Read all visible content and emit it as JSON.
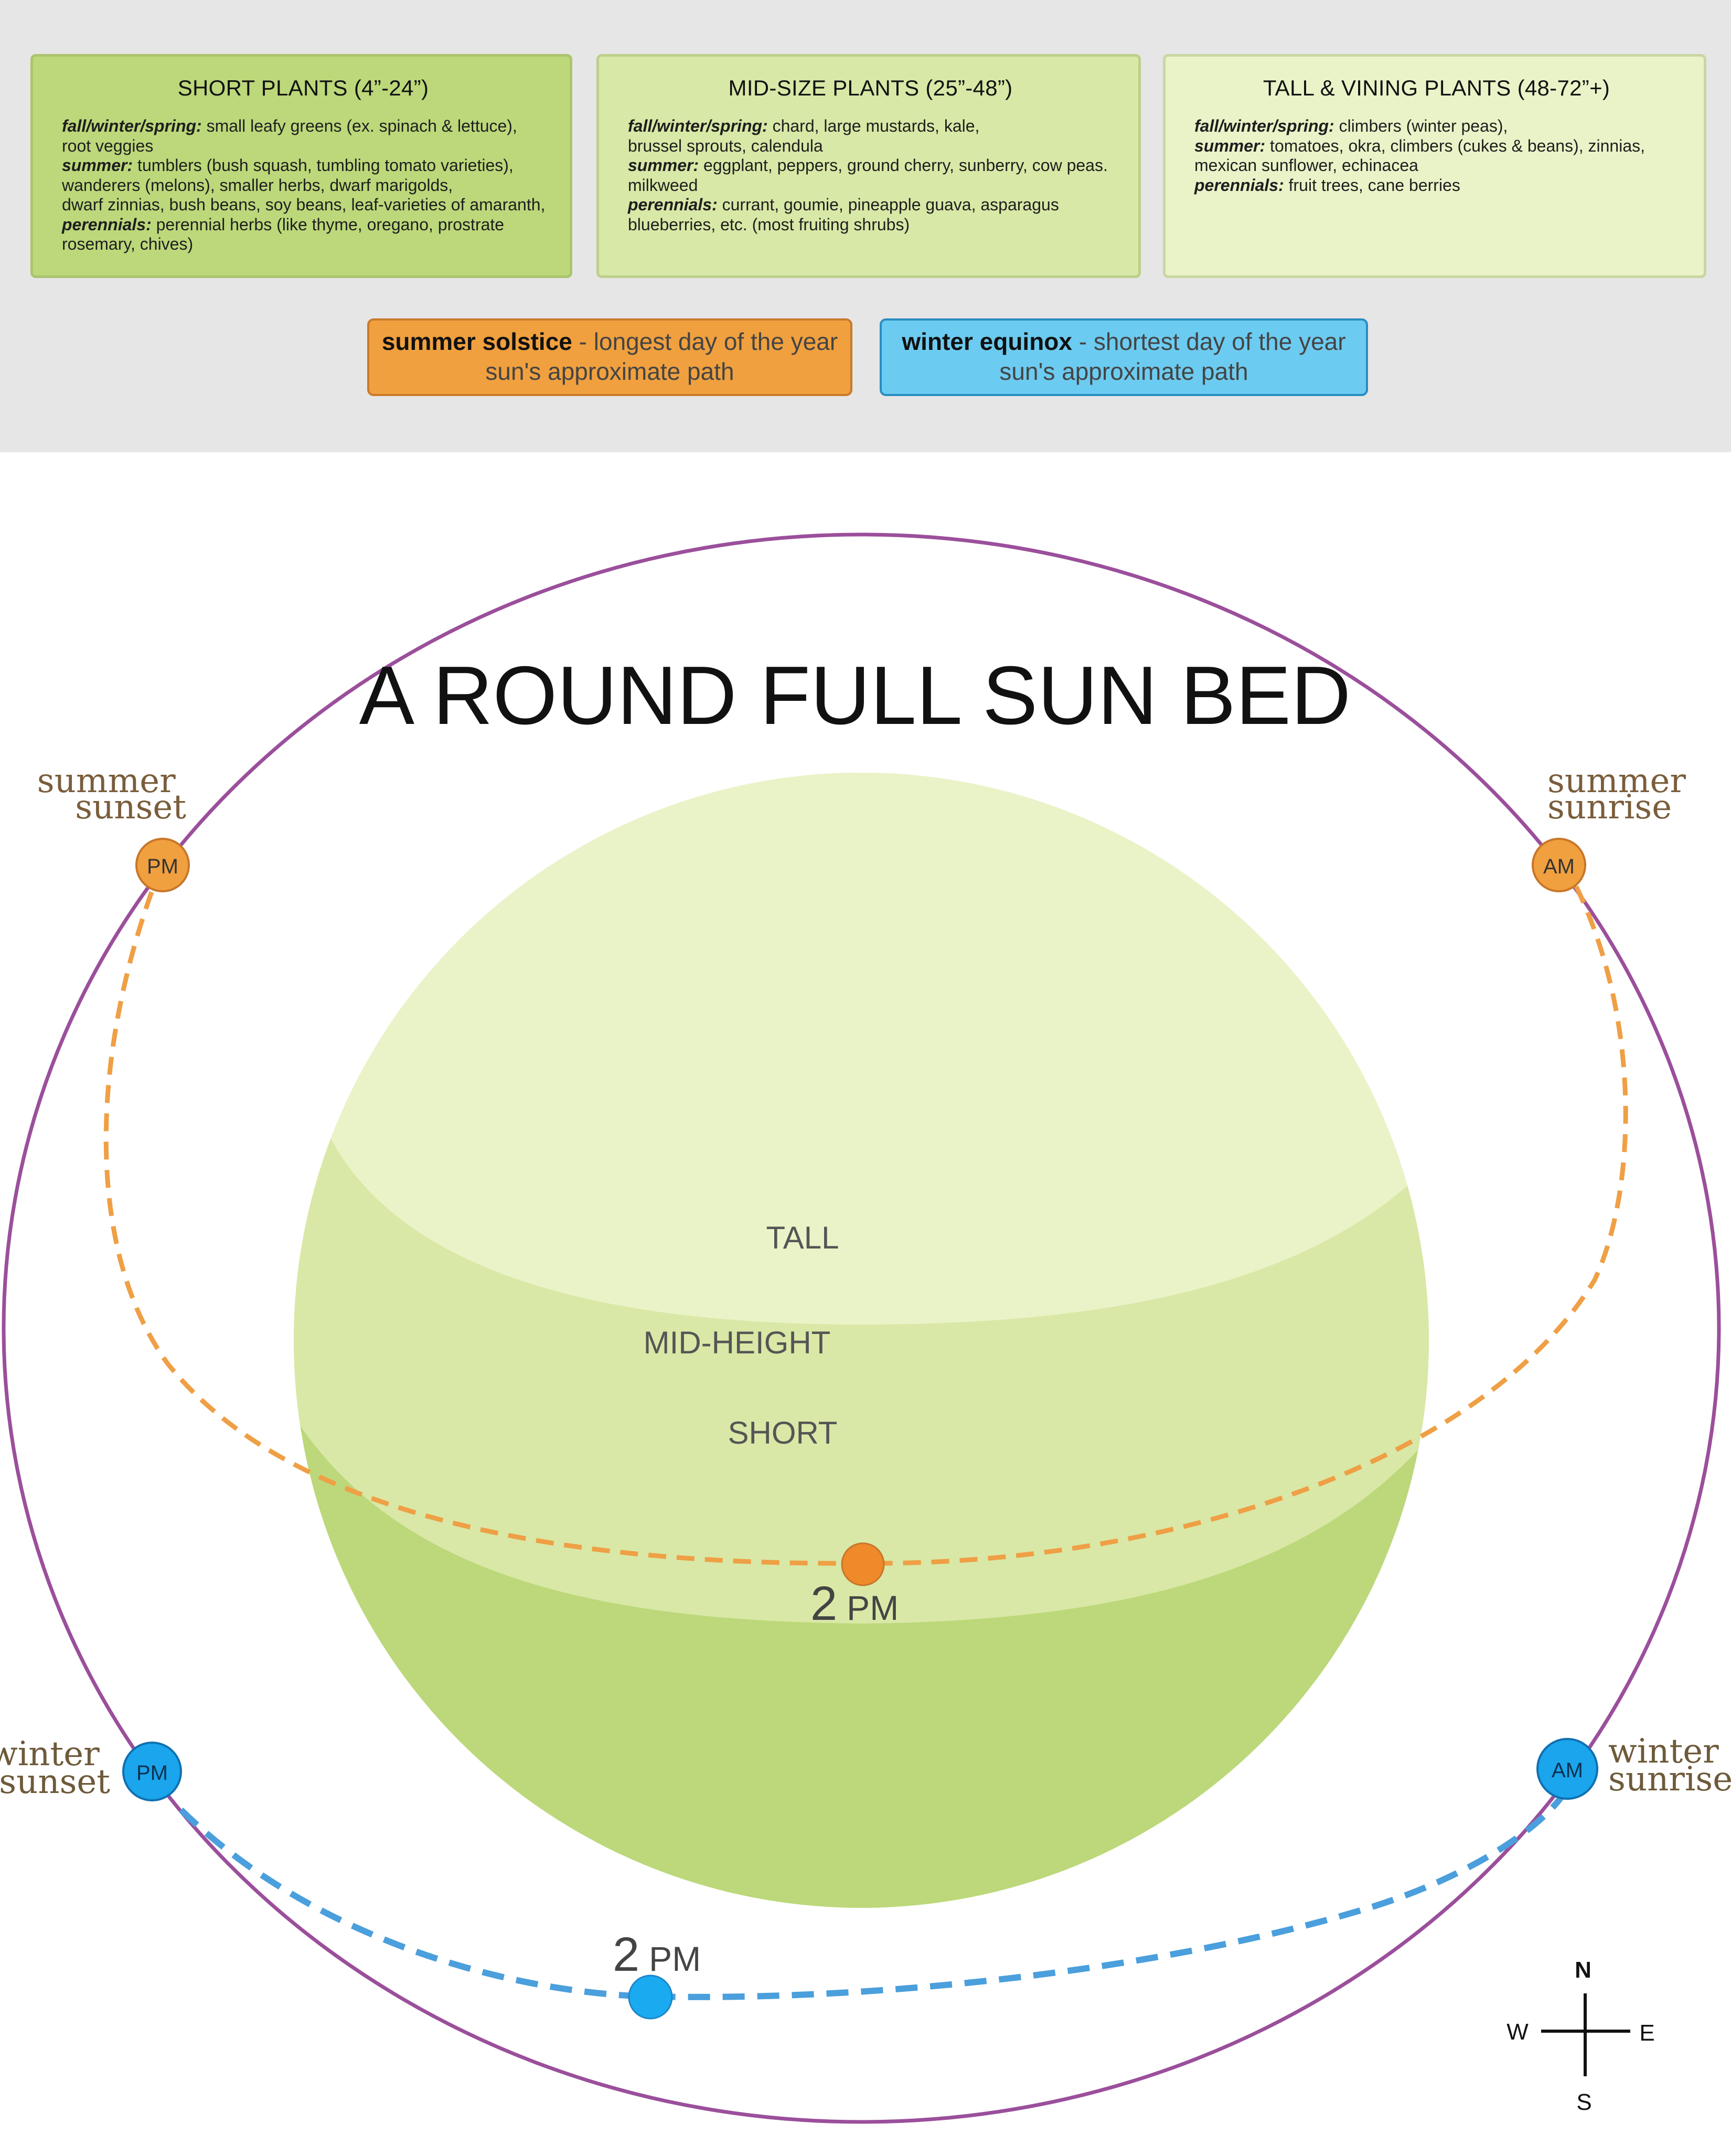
{
  "cards": {
    "short": {
      "title": "SHORT PLANTS (4”-24”)",
      "lines": [
        {
          "label": "fall/winter/spring:",
          "text": " small leafy greens (ex. spinach & lettuce),"
        },
        {
          "label": "",
          "text": "root veggies"
        },
        {
          "label": "summer:",
          "text": " tumblers (bush squash, tumbling tomato varieties),"
        },
        {
          "label": "",
          "text": "wanderers (melons), smaller herbs, dwarf marigolds,"
        },
        {
          "label": "",
          "text": "dwarf zinnias, bush beans, soy beans, leaf-varieties of amaranth,"
        },
        {
          "label": "perennials:",
          "text": " perennial herbs (like thyme, oregano, prostrate"
        },
        {
          "label": "",
          "text": "rosemary, chives)"
        }
      ]
    },
    "mid": {
      "title": "MID-SIZE PLANTS (25”-48”)",
      "lines": [
        {
          "label": "fall/winter/spring:",
          "text": " chard, large mustards, kale,"
        },
        {
          "label": "",
          "text": "brussel sprouts, calendula"
        },
        {
          "label": "summer:",
          "text": " eggplant, peppers, ground cherry, sunberry, cow peas."
        },
        {
          "label": "",
          "text": "milkweed"
        },
        {
          "label": "perennials:",
          "text": " currant, goumie, pineapple guava, asparagus"
        },
        {
          "label": "",
          "text": "blueberries, etc. (most fruiting shrubs)"
        }
      ]
    },
    "tall": {
      "title": "TALL & VINING PLANTS (48-72”+)",
      "lines": [
        {
          "label": "fall/winter/spring:",
          "text": "  climbers (winter peas),"
        },
        {
          "label": "summer:",
          "text": " tomatoes, okra, climbers (cukes & beans), zinnias,"
        },
        {
          "label": "",
          "text": "mexican sunflower, echinacea"
        },
        {
          "label": "perennials:",
          "text": " fruit trees, cane berries"
        }
      ]
    }
  },
  "legend": {
    "summer": {
      "key": "summer solstice",
      "sep": " - ",
      "desc": "longest day of the year",
      "sub": "sun's approximate path",
      "color": "#f0a03e"
    },
    "winter": {
      "key": "winter equinox",
      "sep": " - ",
      "desc": "shortest day of the year",
      "sub": "sun's approximate path",
      "color": "#6ccbf0"
    }
  },
  "diagram": {
    "title": "A ROUND FULL SUN BED",
    "zones": {
      "tall": "TALL",
      "mid": "MID-HEIGHT",
      "short": "SHORT"
    },
    "zone_colors": {
      "tall": "#eaf3c8",
      "mid": "#d9e8a6",
      "short": "#bcd87a"
    },
    "outer_ring_color": "#9b4f9b",
    "summer_path_color": "#ef9f45",
    "winter_path_color": "#4a9fdc",
    "summer_sunset": {
      "line1": "summer",
      "line2": "sunset",
      "marker": "PM"
    },
    "summer_sunrise": {
      "line1": "summer",
      "line2": "sunrise",
      "marker": "AM"
    },
    "winter_sunset": {
      "line1": "winter",
      "line2": "sunset",
      "marker": "PM"
    },
    "winter_sunrise": {
      "line1": "winter",
      "line2": "sunrise",
      "marker": "AM"
    },
    "summer_2pm": {
      "num": "2",
      "unit": "PM"
    },
    "winter_2pm": {
      "num": "2",
      "unit": "PM"
    },
    "compass": {
      "n": "N",
      "s": "S",
      "e": "E",
      "w": "W"
    }
  }
}
